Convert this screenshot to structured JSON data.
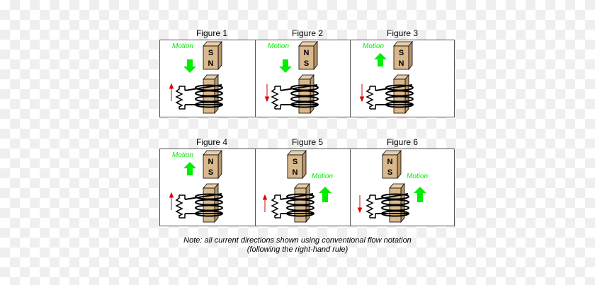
{
  "figures": [
    {
      "title": "Figure 1",
      "motion_label": "Motion",
      "magnet_top": "S",
      "magnet_bottom": "N",
      "motion_dir": "down",
      "current_dir": "up"
    },
    {
      "title": "Figure 2",
      "motion_label": "Motion",
      "magnet_top": "N",
      "magnet_bottom": "S",
      "motion_dir": "down",
      "current_dir": "down"
    },
    {
      "title": "Figure 3",
      "motion_label": "Motion",
      "magnet_top": "S",
      "magnet_bottom": "N",
      "motion_dir": "up",
      "current_dir": "down"
    },
    {
      "title": "Figure 4",
      "motion_label": "Motion",
      "magnet_top": "N",
      "magnet_bottom": "S",
      "motion_dir": "up",
      "current_dir": "up"
    },
    {
      "title": "Figure 5",
      "motion_label": "Motion",
      "magnet_top": "S",
      "magnet_bottom": "N",
      "motion_dir": "up",
      "current_dir": "up"
    },
    {
      "title": "Figure 6",
      "motion_label": "Motion",
      "magnet_top": "N",
      "magnet_bottom": "S",
      "motion_dir": "up",
      "current_dir": "down"
    }
  ],
  "note": {
    "line1": "Note: all current directions shown using conventional flow notation",
    "line2": "(following the right-hand rule)"
  },
  "colors": {
    "motion": "#00ee00",
    "current_arrow": "#dd0000",
    "wood": "#d8b88c",
    "wood_side": "#b89468",
    "wood_top": "#ead0aa",
    "frame": "#555555"
  }
}
